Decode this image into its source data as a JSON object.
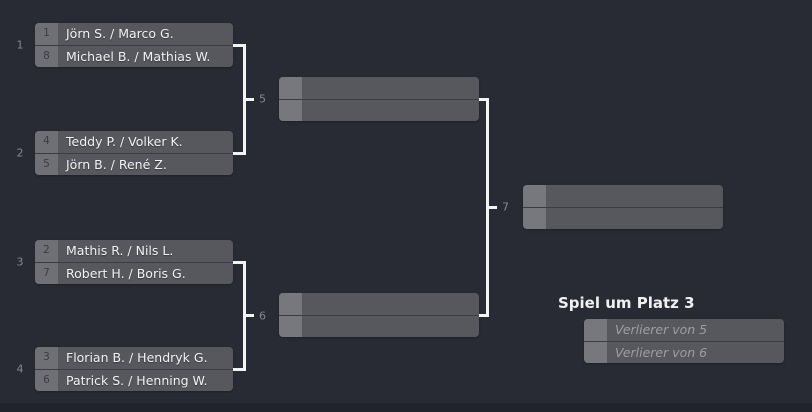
{
  "round1": [
    {
      "match_no": "1",
      "top": {
        "seed": "1",
        "name": "Jörn S. / Marco G."
      },
      "bottom": {
        "seed": "8",
        "name": "Michael B. / Mathias W."
      }
    },
    {
      "match_no": "2",
      "top": {
        "seed": "4",
        "name": "Teddy P. / Volker K."
      },
      "bottom": {
        "seed": "5",
        "name": "Jörn B. / René Z."
      }
    },
    {
      "match_no": "3",
      "top": {
        "seed": "2",
        "name": "Mathis R. / Nils L."
      },
      "bottom": {
        "seed": "7",
        "name": "Robert H. / Boris G."
      }
    },
    {
      "match_no": "4",
      "top": {
        "seed": "3",
        "name": "Florian B. / Hendryk G."
      },
      "bottom": {
        "seed": "6",
        "name": "Patrick S. / Henning W."
      }
    }
  ],
  "semifinals": [
    {
      "match_no": "5"
    },
    {
      "match_no": "6"
    }
  ],
  "final": {
    "match_no": "7"
  },
  "third_place": {
    "title": "Spiel um Platz 3",
    "rows": [
      "Verlierer von 5",
      "Verlierer von 6"
    ]
  },
  "colors": {
    "background": "#282b33",
    "row": "#56585e",
    "seed": "#6e7076",
    "seed_empty": "#76787e",
    "separator": "#3a3d43",
    "connector": "#f2f3f3",
    "name_text": "#f1f2f3",
    "seed_text": "#383c44",
    "label_text": "#84878d",
    "placeholder_text": "#9b9ea3",
    "heading_text": "#eef0f1",
    "bottom_strip": "#20232b"
  }
}
